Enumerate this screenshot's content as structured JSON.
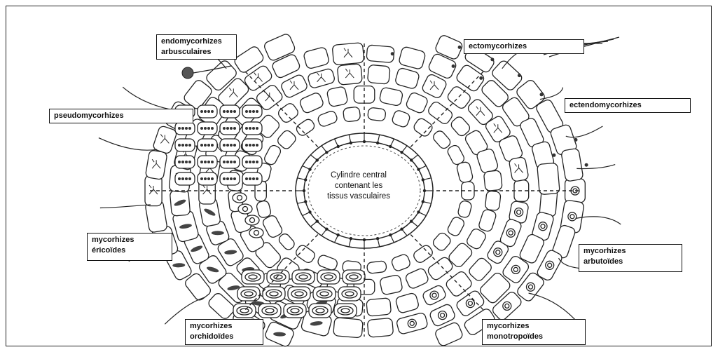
{
  "diagram": {
    "center_label": "Cylindre central\ncontenant les\ntissus vasculaires",
    "labels": {
      "endo_arbusculaires": "endomycorhizes\narbusculaires",
      "ectomycorhizes": "ectomycorhizes",
      "pseudomycorhizes": "pseudomycorhizes",
      "ectendomycorhizes": "ectendomycorhizes",
      "ericoides": "mycorhizes\néricoïdes",
      "arbutoides": "mycorhizes\narbutoïdes",
      "orchidoides": "mycorhizes\norchidoïdes",
      "monotropoides": "mycorhizes\nmonotropoïdes"
    }
  }
}
